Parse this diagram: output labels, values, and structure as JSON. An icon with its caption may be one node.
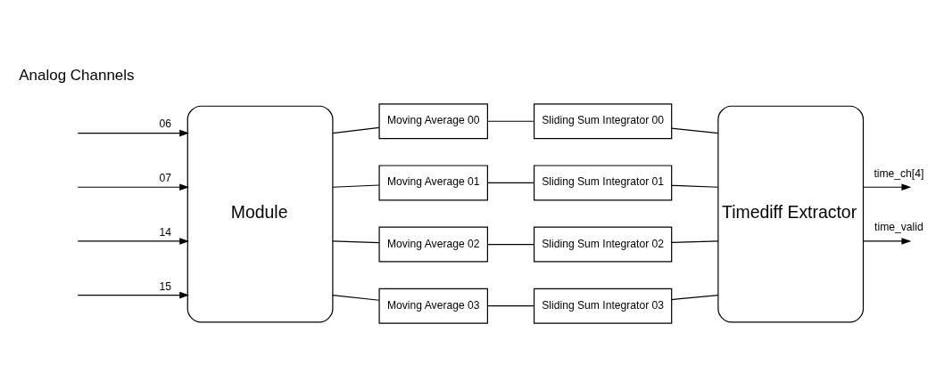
{
  "diagram": {
    "nodes": [
      {
        "text": [
          "Module"
        ]
      },
      {
        "text": [
          "Moving Average 00"
        ]
      },
      {
        "text": [
          "Sliding Sum Integrator 00"
        ]
      },
      {
        "text": [
          "Moving Average 01"
        ]
      },
      {
        "text": [
          "Sliding Sum Integrator 01"
        ]
      },
      {
        "text": [
          "Moving Average 02"
        ]
      },
      {
        "text": [
          "Sliding Sum Integrator 02"
        ]
      },
      {
        "text": [
          "Moving Average 03"
        ]
      },
      {
        "text": [
          "Sliding Sum Integrator 03"
        ]
      },
      {
        "text": [
          "Timediff Extractor"
        ]
      }
    ],
    "edges": [
      {
        "from": null,
        "to": 0,
        "arrow": "to",
        "label": "06"
      },
      {
        "from": null,
        "to": 0,
        "arrow": "to",
        "label": "07"
      },
      {
        "from": null,
        "to": 0,
        "arrow": "to",
        "label": "14"
      },
      {
        "from": null,
        "to": 0,
        "arrow": "to",
        "label": "15"
      },
      {
        "from": 0,
        "to": 1,
        "arrow": "none"
      },
      {
        "from": 1,
        "to": 2,
        "arrow": "none"
      },
      {
        "from": 2,
        "to": 9,
        "arrow": "none"
      },
      {
        "from": 0,
        "to": 3,
        "arrow": "none"
      },
      {
        "from": 3,
        "to": 4,
        "arrow": "none"
      },
      {
        "from": 4,
        "to": 9,
        "arrow": "none"
      },
      {
        "from": 0,
        "to": 5,
        "arrow": "none"
      },
      {
        "from": 5,
        "to": 6,
        "arrow": "none"
      },
      {
        "from": 6,
        "to": 9,
        "arrow": "none"
      },
      {
        "from": 0,
        "to": 7,
        "arrow": "none"
      },
      {
        "from": 7,
        "to": 8,
        "arrow": "none"
      },
      {
        "from": 8,
        "to": 9,
        "arrow": "none"
      },
      {
        "from": 9,
        "to": null,
        "arrow": "to",
        "label": "time_ch[4]"
      },
      {
        "from": 9,
        "to": null,
        "arrow": "to",
        "label": "time_valid"
      }
    ],
    "labels": [
      "Analog Channels"
    ]
  }
}
